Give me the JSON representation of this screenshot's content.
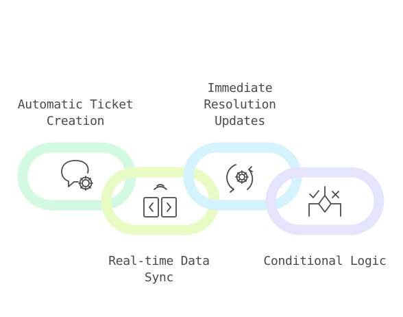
{
  "stages": [
    {
      "id": "automatic-ticket-creation",
      "lines": [
        "Automatic Ticket",
        "Creation"
      ],
      "color": "#d3f9e3",
      "icon": "chat-gear-icon"
    },
    {
      "id": "real-time-data-sync",
      "lines": [
        "Real-time Data",
        "Sync"
      ],
      "color": "#e9fbc4",
      "icon": "sync-panels-icon"
    },
    {
      "id": "immediate-resolution-updates",
      "lines": [
        "Immediate",
        "Resolution",
        "Updates"
      ],
      "color": "#d5f3fc",
      "icon": "refresh-gear-icon"
    },
    {
      "id": "conditional-logic",
      "lines": [
        "Conditional Logic"
      ],
      "color": "#e6e3fd",
      "icon": "decision-diamond-icon"
    }
  ]
}
